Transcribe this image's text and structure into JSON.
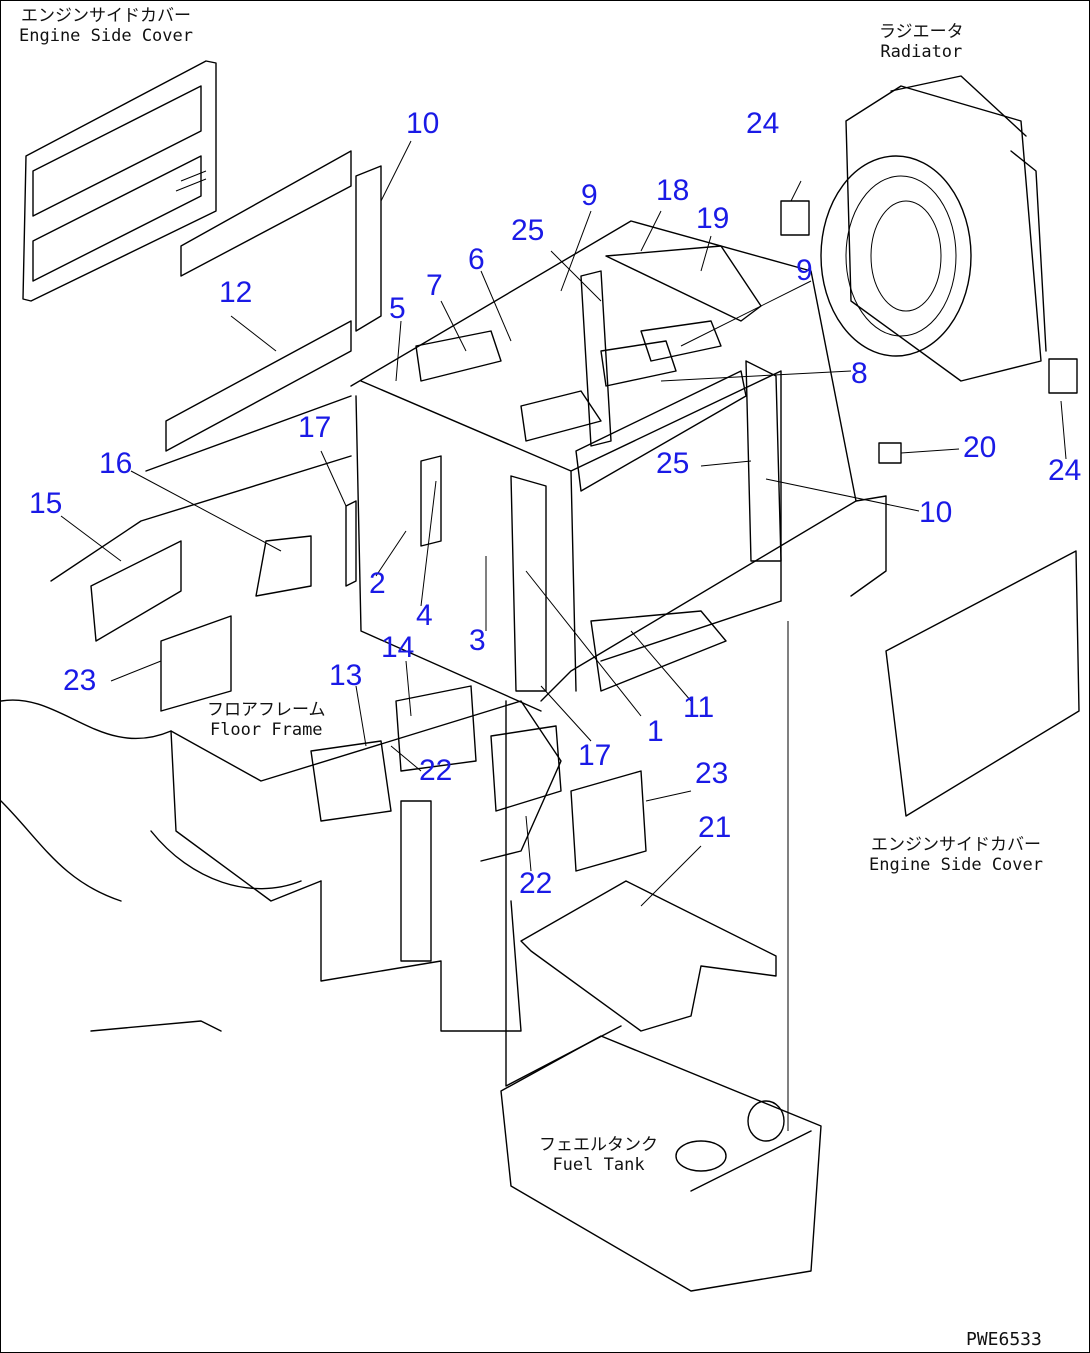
{
  "captions": {
    "engine_side_cover_tl": {
      "jp": "エンジンサイドカバー",
      "en": "Engine Side Cover"
    },
    "radiator": {
      "jp": "ラジエータ",
      "en": "Radiator"
    },
    "floor_frame": {
      "jp": "フロアフレーム",
      "en": "Floor Frame"
    },
    "engine_side_cover_r": {
      "jp": "エンジンサイドカバー",
      "en": "Engine Side Cover"
    },
    "fuel_tank": {
      "jp": "フェエルタンク",
      "en": "Fuel Tank"
    }
  },
  "drawing_code": "PWE6533",
  "callouts": [
    "10",
    "24",
    "9",
    "18",
    "25",
    "19",
    "6",
    "7",
    "12",
    "5",
    "9",
    "8",
    "17",
    "16",
    "25",
    "20",
    "15",
    "10",
    "24",
    "2",
    "4",
    "3",
    "23",
    "14",
    "13",
    "11",
    "1",
    "17",
    "22",
    "23",
    "21",
    "22"
  ],
  "colors": {
    "callout": "#1a1ae6",
    "line": "#000000"
  }
}
